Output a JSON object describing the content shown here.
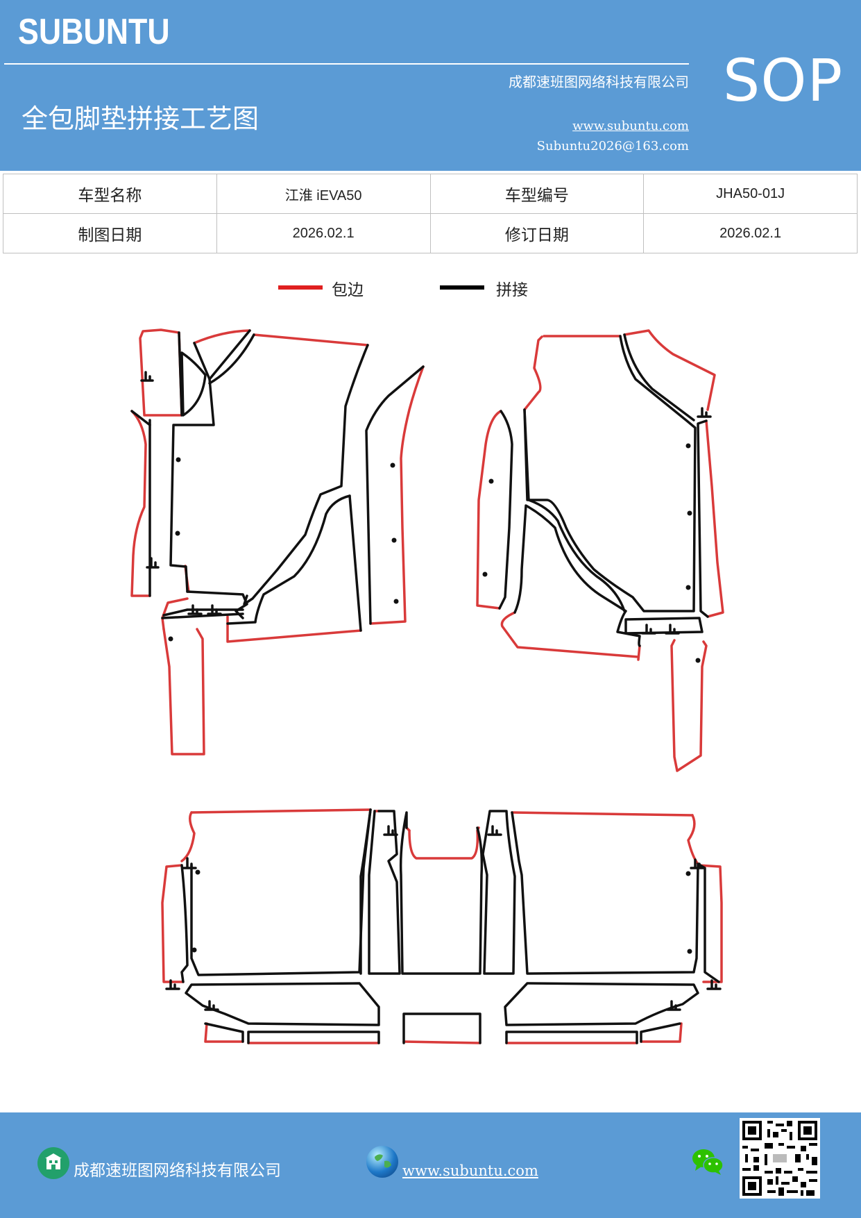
{
  "header": {
    "brand": "SUBUNTU",
    "company": "成都速班图网络科技有限公司",
    "title": "全包脚垫拼接工艺图",
    "website": "www.subuntu.com",
    "email": "Subuntu2026@163.com",
    "badge": "SOP"
  },
  "info_table": {
    "model_name_label": "车型名称",
    "model_name_value": "江淮 iEVA50",
    "model_code_label": "车型编号",
    "model_code_value": "JHA50-01J",
    "draw_date_label": "制图日期",
    "draw_date_value": "2026.02.1",
    "revise_date_label": "修订日期",
    "revise_date_value": "2026.02.1"
  },
  "legend": {
    "edge_label": "包边",
    "edge_color": "#e02020",
    "joint_label": "拼接",
    "joint_color": "#000000"
  },
  "drawing": {
    "edge_color": "#d93a3a",
    "joint_color": "#111111"
  },
  "footer": {
    "company": "成都速班图网络科技有限公司",
    "website": "www.subuntu.com",
    "icons": [
      "building-icon",
      "globe-icon",
      "wechat-icon",
      "qr-code"
    ]
  }
}
